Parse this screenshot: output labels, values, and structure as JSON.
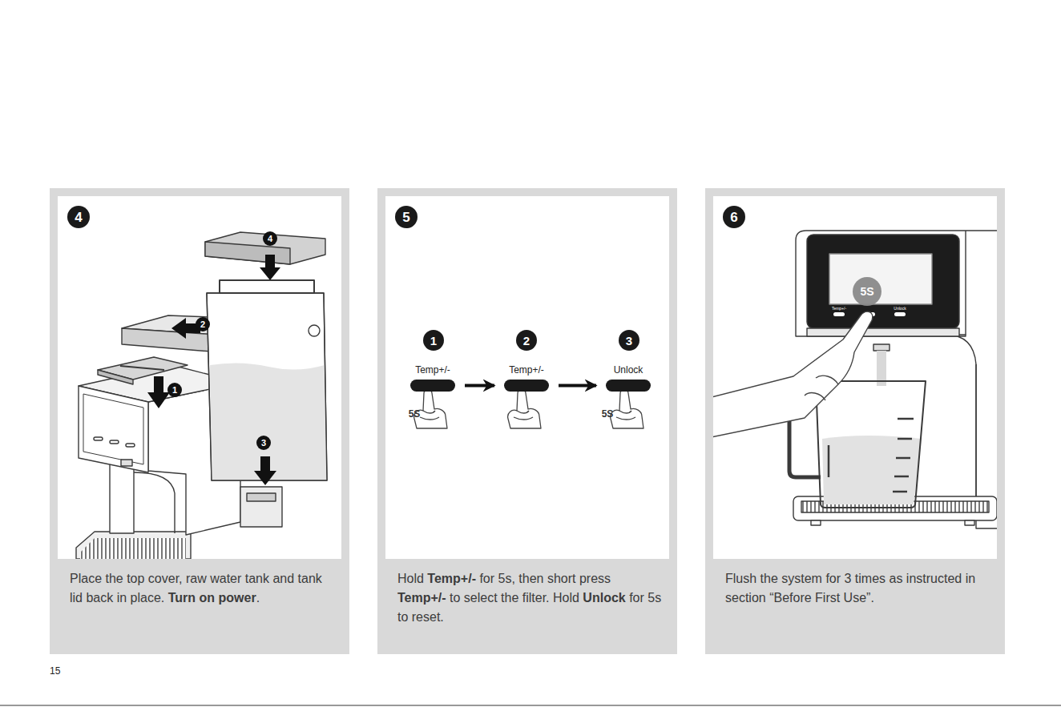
{
  "diagram": {
    "nodes": [
      {
        "text": [
          "Place the top cover, raw water tank and tank lid back in place. Turn on power."
        ]
      },
      {
        "text": [
          "4"
        ],
        "in": 0
      },
      {
        "text": [
          "4"
        ],
        "in": 0
      },
      {
        "text": [
          "2"
        ],
        "in": 0
      },
      {
        "text": [
          "1"
        ],
        "in": 0
      },
      {
        "text": [
          "3"
        ],
        "in": 0
      },
      {
        "text": [
          "Hold Temp+/- for 5s, then short press Temp+/- to select the filter. Hold Unlock for 5s to reset."
        ]
      },
      {
        "text": [
          "5"
        ],
        "in": 6
      },
      {
        "text": [
          "1"
        ],
        "in": 6
      },
      {
        "text": [
          "2"
        ],
        "in": 6
      },
      {
        "text": [
          "3"
        ],
        "in": 6
      },
      {
        "text": [
          "Temp+/-"
        ],
        "in": 6
      },
      {
        "text": [
          "Temp+/-"
        ],
        "in": 6
      },
      {
        "text": [
          "Unlock"
        ],
        "in": 6
      },
      {
        "text": [
          "Flush the system for 3 times as instructed in section “Before First Use”."
        ]
      },
      {
        "text": [
          "6"
        ],
        "in": 14
      },
      {
        "text": [
          "5S"
        ],
        "in": 14
      }
    ],
    "edges": [
      {
        "from": 11,
        "to": 12,
        "arrow": "to"
      },
      {
        "from": 12,
        "to": 13,
        "arrow": "to"
      }
    ],
    "labels": [
      "5S",
      "5S",
      "Temp+/-",
      "Unlock",
      "15"
    ]
  }
}
